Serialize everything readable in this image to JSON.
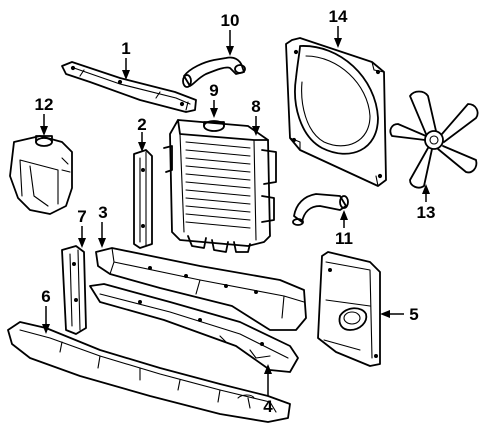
{
  "callouts": [
    {
      "id": "1",
      "part": "upper-support"
    },
    {
      "id": "2",
      "part": "side-bracket"
    },
    {
      "id": "3",
      "part": "radiator-support-panel"
    },
    {
      "id": "4",
      "part": "lower-support"
    },
    {
      "id": "5",
      "part": "baffle"
    },
    {
      "id": "6",
      "part": "lower-valance"
    },
    {
      "id": "7",
      "part": "side-bracket-lower"
    },
    {
      "id": "8",
      "part": "radiator"
    },
    {
      "id": "9",
      "part": "radiator-cap"
    },
    {
      "id": "10",
      "part": "upper-hose"
    },
    {
      "id": "11",
      "part": "lower-hose"
    },
    {
      "id": "12",
      "part": "reservoir"
    },
    {
      "id": "13",
      "part": "fan"
    },
    {
      "id": "14",
      "part": "fan-shroud"
    }
  ]
}
